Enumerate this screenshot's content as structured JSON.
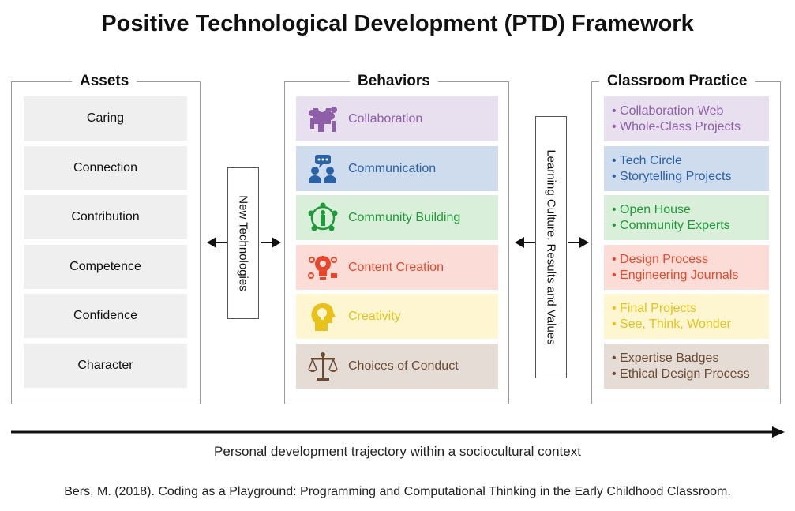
{
  "title": "Positive Technological Development (PTD) Framework",
  "assets": {
    "label": "Assets",
    "items": [
      "Caring",
      "Connection",
      "Contribution",
      "Competence",
      "Confidence",
      "Character"
    ]
  },
  "connector_left": {
    "label": "New Technologies"
  },
  "behaviors": {
    "label": "Behaviors",
    "items": [
      {
        "label": "Collaboration",
        "icon": "puzzle-people-icon",
        "bg": "#e8e0ee",
        "color": "#8e5fa8"
      },
      {
        "label": "Communication",
        "icon": "chat-people-icon",
        "bg": "#cfdcee",
        "color": "#2a62a8"
      },
      {
        "label": "Community Building",
        "icon": "group-circle-icon",
        "bg": "#d9efd9",
        "color": "#1f9a3a"
      },
      {
        "label": "Content Creation",
        "icon": "lightbulb-gears-icon",
        "bg": "#fbdcd6",
        "color": "#e8472b"
      },
      {
        "label": "Creativity",
        "icon": "head-bulb-icon",
        "bg": "#fdf6d0",
        "color": "#e8c21a"
      },
      {
        "label": "Choices of Conduct",
        "icon": "balance-scale-icon",
        "bg": "#e5ddd5",
        "color": "#6b4a34"
      }
    ]
  },
  "connector_right": {
    "label": "Learning Culture, Results and Values"
  },
  "practice": {
    "label": "Classroom Practice",
    "items": [
      {
        "lines": [
          "• Collaboration Web",
          "• Whole-Class Projects"
        ],
        "bg": "#e8e0ee",
        "color": "#8e5fa8"
      },
      {
        "lines": [
          "• Tech Circle",
          "• Storytelling Projects"
        ],
        "bg": "#cfdcee",
        "color": "#2a62a8"
      },
      {
        "lines": [
          "• Open House",
          "• Community Experts"
        ],
        "bg": "#d9efd9",
        "color": "#1f9a3a"
      },
      {
        "lines": [
          "• Design Process",
          "• Engineering Journals"
        ],
        "bg": "#fbdcd6",
        "color": "#e8472b"
      },
      {
        "lines": [
          "• Final Projects",
          "• See, Think, Wonder"
        ],
        "bg": "#fdf6d0",
        "color": "#e8c21a"
      },
      {
        "lines": [
          "• Expertise Badges",
          "• Ethical Design Process"
        ],
        "bg": "#e5ddd5",
        "color": "#6b4a34"
      }
    ]
  },
  "trajectory_label": "Personal development trajectory within a sociocultural context",
  "citation": "Bers, M. (2018). Coding as a Playground: Programming and Computational Thinking in the Early Childhood Classroom."
}
